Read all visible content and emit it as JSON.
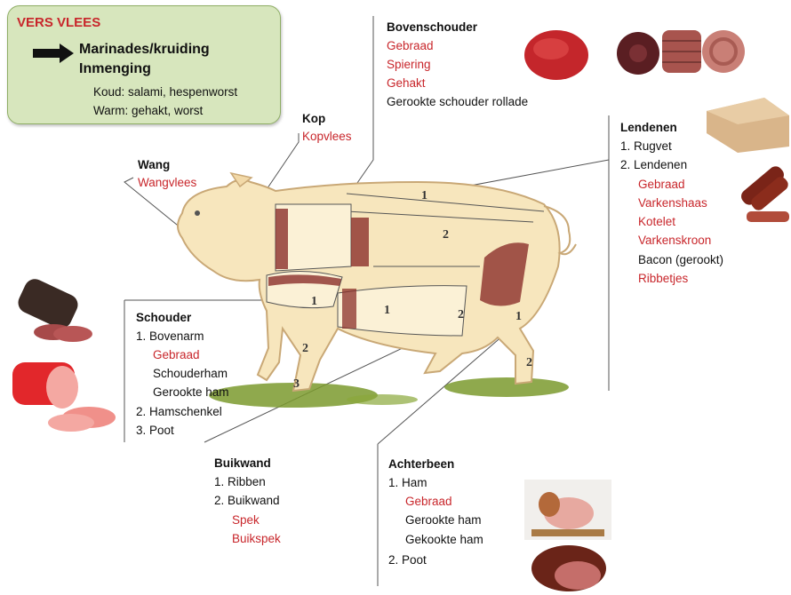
{
  "box": {
    "title": "VERS VLEES",
    "line1": "Marinades/kruiding",
    "line2": "Inmenging",
    "line3": "Koud: salami, hespenworst",
    "line4": "Warm: gehakt, worst"
  },
  "bovenschouder": {
    "title": "Bovenschouder",
    "items": [
      "Gebraad",
      "Spiering",
      "Gehakt",
      "Gerookte schouder rollade"
    ]
  },
  "kop": {
    "title": "Kop",
    "item": "Kopvlees"
  },
  "wang": {
    "title": "Wang",
    "item": "Wangvlees"
  },
  "lendenen": {
    "title": "Lendenen",
    "items": [
      "1. Rugvet",
      "2. Lendenen",
      "Gebraad",
      "Varkenshaas",
      "Kotelet",
      "Varkenskroon",
      "Bacon (gerookt)",
      "Ribbetjes"
    ]
  },
  "schouder": {
    "title": "Schouder",
    "items": [
      "1. Bovenarm",
      "Gebraad",
      "Schouderham",
      "Gerookte ham",
      "2. Hamschenkel",
      "3. Poot"
    ]
  },
  "buikwand": {
    "title": "Buikwand",
    "items": [
      "1. Ribben",
      "2. Buikwand",
      "Spek",
      "Buikspek"
    ]
  },
  "achterbeen": {
    "title": "Achterbeen",
    "items": [
      "1. Ham",
      "Gebraad",
      "Gerookte ham",
      "Gekookte ham",
      "2. Poot"
    ]
  },
  "pig_numbers": {
    "rugvet": "1",
    "lendenen": "2",
    "bovenarm": "1",
    "ribben": "1",
    "buikwand": "2",
    "hamschenkel": "2",
    "poot_voor": "3",
    "ham": "1",
    "poot_achter": "2"
  },
  "colors": {
    "red_label": "#c8262b",
    "box_fill": "#d7e6bd",
    "pig_fill": "#f7e6bd",
    "pig_outline": "#c9a876",
    "grass": "#6b8e23"
  }
}
